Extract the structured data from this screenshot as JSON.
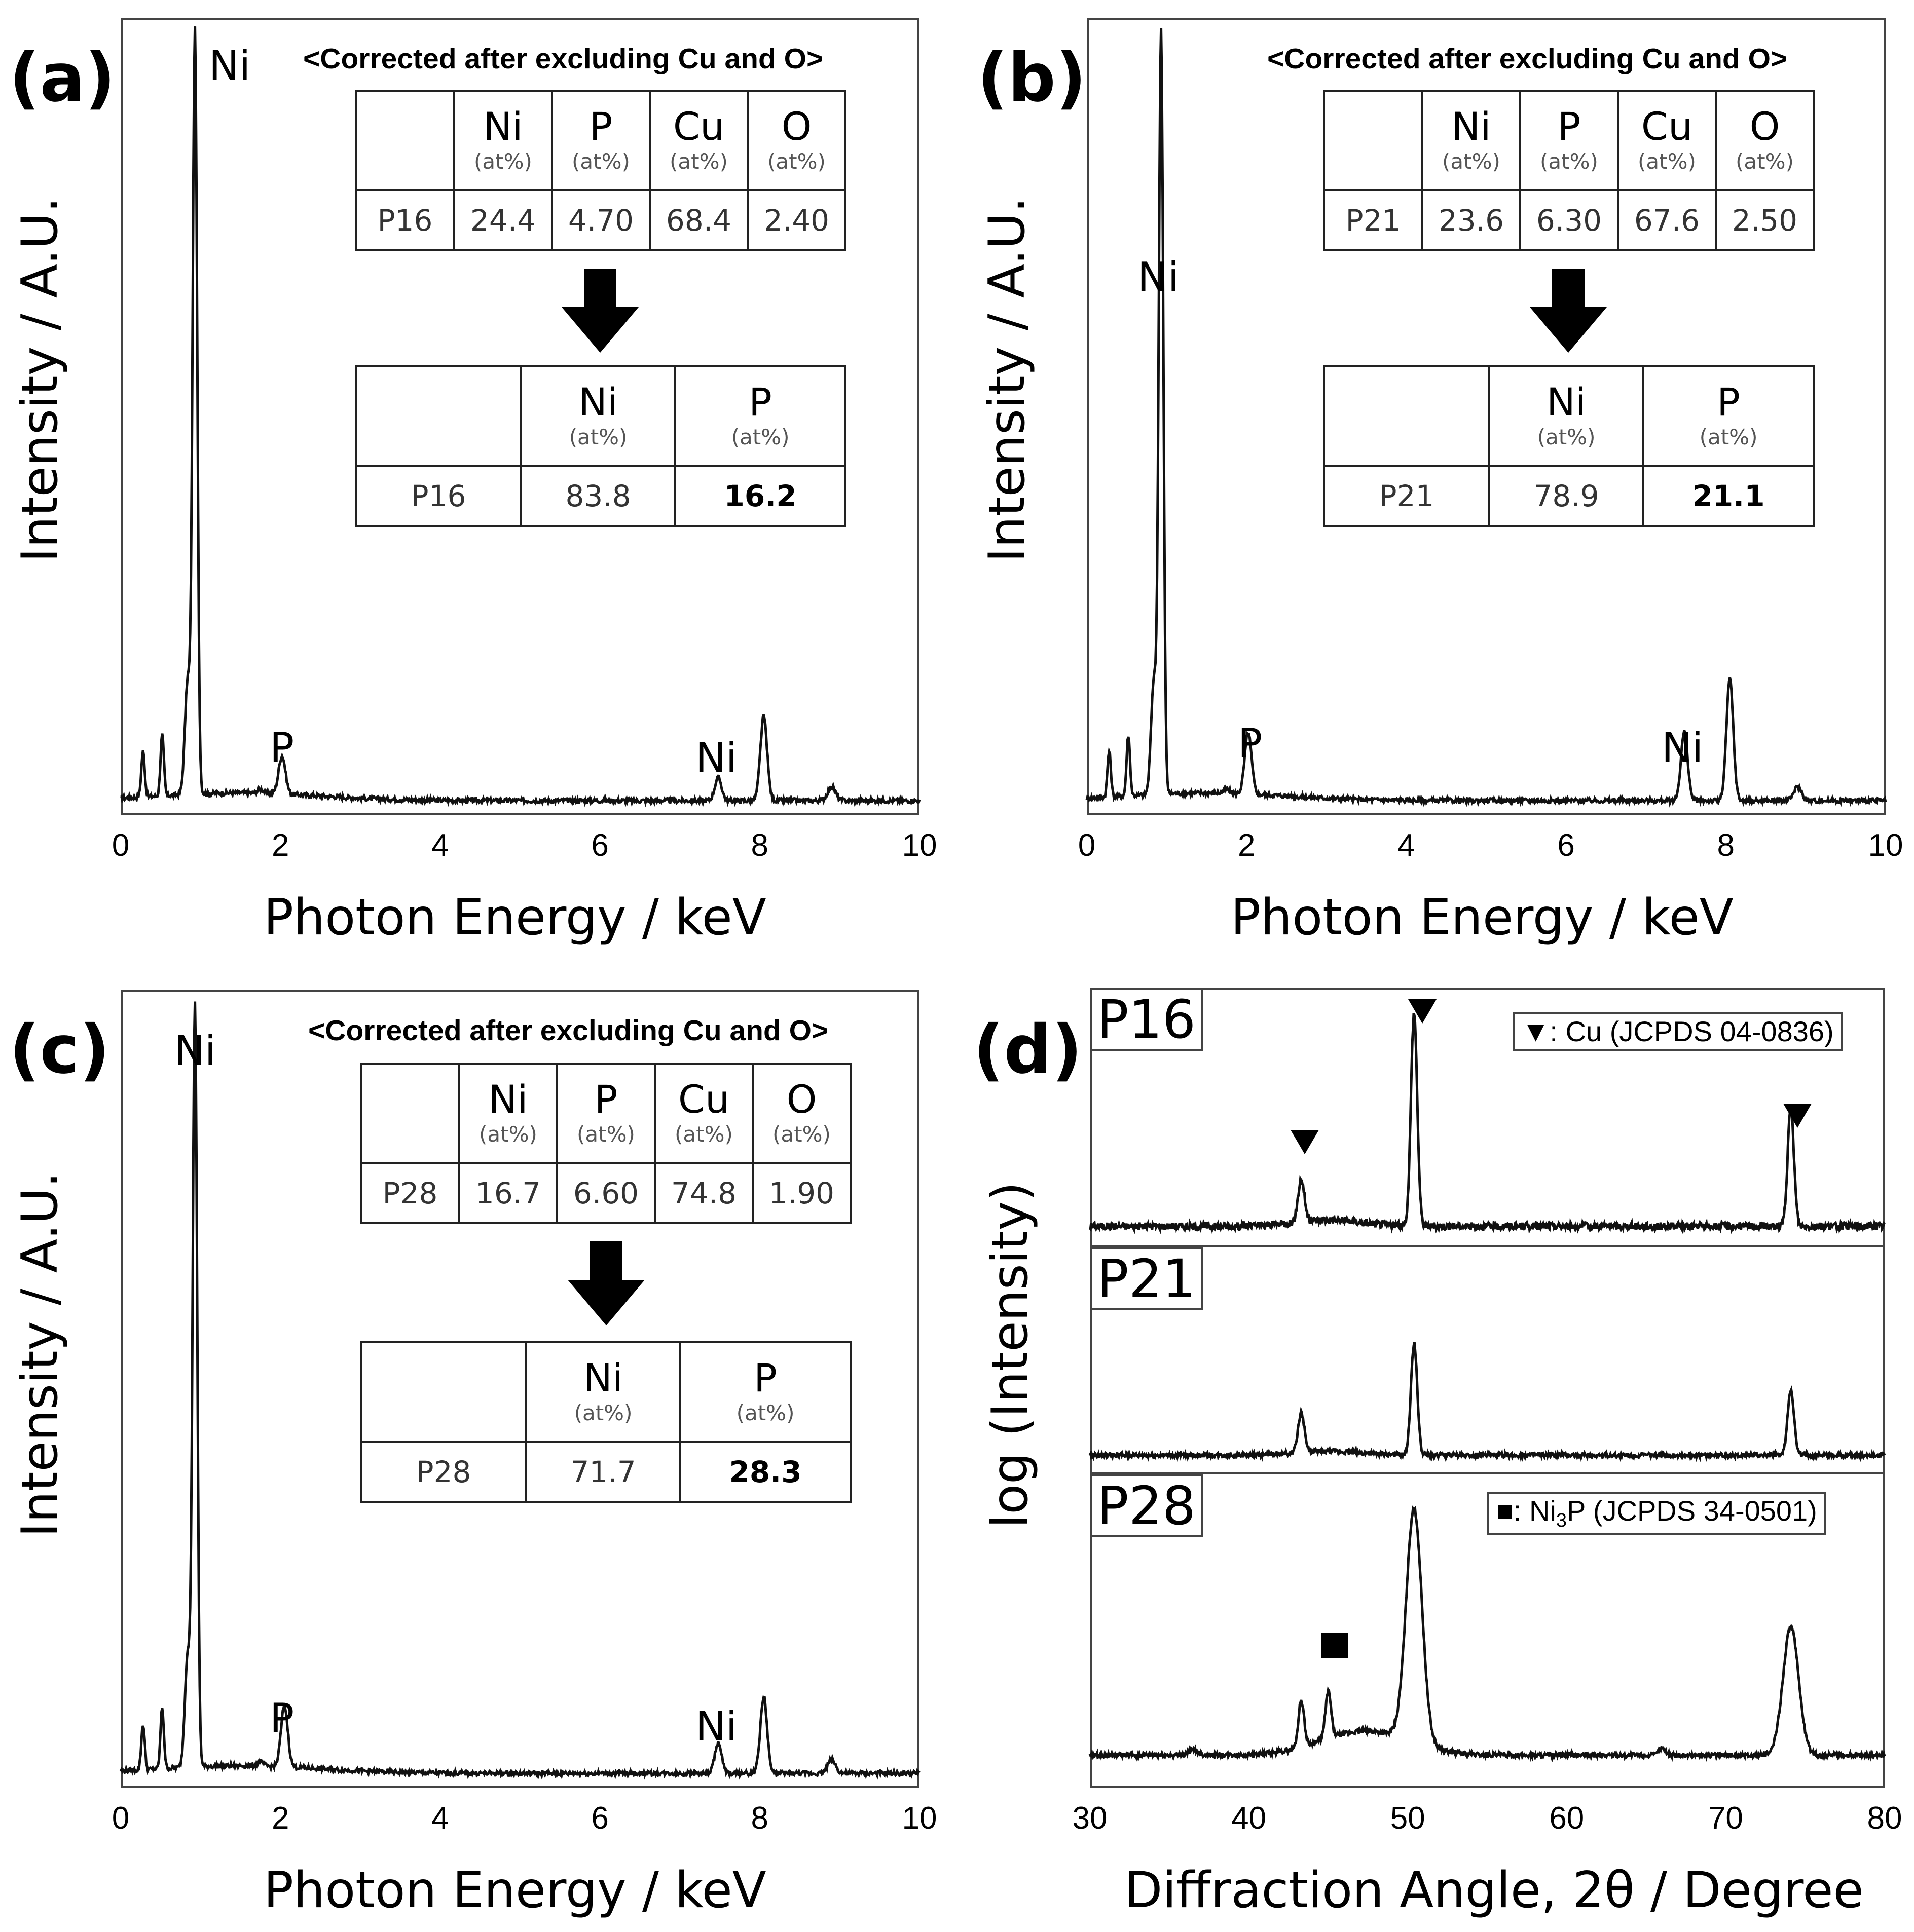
{
  "panels": {
    "a": {
      "letter": "(a)",
      "ylabel": "Intensity / A.U.",
      "xlabel": "Photon Energy / keV",
      "peaks": {
        "ni_main": "Ni",
        "p": "P",
        "ni_k": "Ni"
      },
      "corr_title": "<Corrected after excluding Cu and O>",
      "table1": {
        "headers": [
          "Ni",
          "P",
          "Cu",
          "O"
        ],
        "unit": "(at%)",
        "row": [
          "P16",
          "24.4",
          "4.70",
          "68.4",
          "2.40"
        ]
      },
      "table2": {
        "headers": [
          "Ni",
          "P"
        ],
        "unit": "(at%)",
        "row": [
          "P16",
          "83.8",
          "16.2"
        ]
      }
    },
    "b": {
      "letter": "(b)",
      "ylabel": "Intensity / A.U.",
      "xlabel": "Photon Energy / keV",
      "peaks": {
        "ni_main": "Ni",
        "p": "P",
        "ni_k": "Ni"
      },
      "corr_title": "<Corrected after excluding Cu and O>",
      "table1": {
        "headers": [
          "Ni",
          "P",
          "Cu",
          "O"
        ],
        "unit": "(at%)",
        "row": [
          "P21",
          "23.6",
          "6.30",
          "67.6",
          "2.50"
        ]
      },
      "table2": {
        "headers": [
          "Ni",
          "P"
        ],
        "unit": "(at%)",
        "row": [
          "P21",
          "78.9",
          "21.1"
        ]
      }
    },
    "c": {
      "letter": "(c)",
      "ylabel": "Intensity / A.U.",
      "xlabel": "Photon Energy / keV",
      "peaks": {
        "ni_main": "Ni",
        "p": "P",
        "ni_k": "Ni"
      },
      "corr_title": "<Corrected after excluding Cu and O>",
      "table1": {
        "headers": [
          "Ni",
          "P",
          "Cu",
          "O"
        ],
        "unit": "(at%)",
        "row": [
          "P28",
          "16.7",
          "6.60",
          "74.8",
          "1.90"
        ]
      },
      "table2": {
        "headers": [
          "Ni",
          "P"
        ],
        "unit": "(at%)",
        "row": [
          "P28",
          "71.7",
          "28.3"
        ]
      }
    },
    "d": {
      "letter": "(d)",
      "ylabel": "log (Intensity)",
      "xlabel": "Diffraction Angle, 2θ / Degree",
      "labels": [
        "P16",
        "P21",
        "P28"
      ],
      "legend_cu": "▼: Cu (JCPDS 04-0836)",
      "legend_ni3p_pre": "■: Ni",
      "legend_ni3p_sub": "3",
      "legend_ni3p_post": "P (JCPDS 34-0501)"
    }
  },
  "chart_data": [
    {
      "type": "line",
      "panel": "a",
      "title": "",
      "xlabel": "Photon Energy / keV",
      "ylabel": "Intensity / A.U.",
      "xlim": [
        0,
        10
      ],
      "xticks": [
        0,
        2,
        4,
        6,
        8,
        10
      ],
      "peaks": [
        {
          "label": "Ni",
          "x": 0.93,
          "relative_intensity": 1.0
        },
        {
          "label": "P",
          "x": 2.02,
          "relative_intensity": 0.05
        },
        {
          "label": "Ni",
          "x": 7.48,
          "relative_intensity": 0.03
        },
        {
          "label": "",
          "x": 8.05,
          "relative_intensity": 0.11
        }
      ]
    },
    {
      "type": "line",
      "panel": "b",
      "title": "",
      "xlabel": "Photon Energy / keV",
      "ylabel": "Intensity / A.U.",
      "xlim": [
        0,
        10
      ],
      "xticks": [
        0,
        2,
        4,
        6,
        8,
        10
      ],
      "peaks": [
        {
          "label": "Ni",
          "x": 0.93,
          "relative_intensity": 1.0
        },
        {
          "label": "P",
          "x": 2.02,
          "relative_intensity": 0.08
        },
        {
          "label": "Ni",
          "x": 7.48,
          "relative_intensity": 0.09
        },
        {
          "label": "",
          "x": 8.05,
          "relative_intensity": 0.16
        }
      ]
    },
    {
      "type": "line",
      "panel": "c",
      "title": "",
      "xlabel": "Photon Energy / keV",
      "ylabel": "Intensity / A.U.",
      "xlim": [
        0,
        10
      ],
      "xticks": [
        0,
        2,
        4,
        6,
        8,
        10
      ],
      "peaks": [
        {
          "label": "Ni",
          "x": 0.93,
          "relative_intensity": 1.0
        },
        {
          "label": "P",
          "x": 2.05,
          "relative_intensity": 0.08
        },
        {
          "label": "Ni",
          "x": 7.48,
          "relative_intensity": 0.04
        },
        {
          "label": "",
          "x": 8.05,
          "relative_intensity": 0.1
        }
      ]
    },
    {
      "type": "line",
      "panel": "d",
      "title": "",
      "xlabel": "Diffraction Angle, 2θ / Degree",
      "ylabel": "log (Intensity)",
      "xlim": [
        30,
        80
      ],
      "xticks": [
        30,
        40,
        50,
        60,
        70,
        80
      ],
      "series": [
        {
          "name": "P16",
          "peaks": [
            {
              "x": 43.3,
              "h": 0.2
            },
            {
              "x": 50.4,
              "h": 1.0
            },
            {
              "x": 74.1,
              "h": 0.55
            }
          ]
        },
        {
          "name": "P21",
          "peaks": [
            {
              "x": 43.3,
              "h": 0.3
            },
            {
              "x": 50.4,
              "h": 0.85
            },
            {
              "x": 74.1,
              "h": 0.5
            }
          ]
        },
        {
          "name": "P28",
          "peaks": [
            {
              "x": 43.3,
              "h": 0.2
            },
            {
              "x": 45.0,
              "h": 0.2
            },
            {
              "x": 50.4,
              "h": 1.0
            },
            {
              "x": 74.1,
              "h": 0.55
            }
          ]
        }
      ]
    }
  ]
}
